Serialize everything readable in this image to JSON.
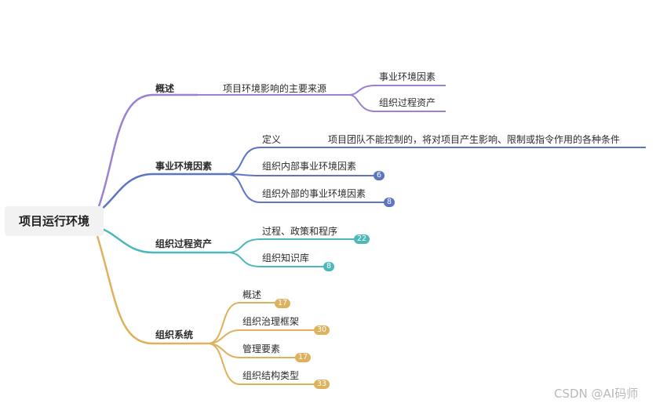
{
  "colors": {
    "purple": "#9d7fd3",
    "blue": "#5b74c4",
    "teal": "#4cb8b8",
    "gold": "#deb15c"
  },
  "root": {
    "label": "项目运行环境"
  },
  "branches": {
    "overview": {
      "label": "概述",
      "child": "项目环境影响的主要来源",
      "grandchildren": [
        "事业环境因素",
        "组织过程资产"
      ]
    },
    "eef": {
      "label": "事业环境因素",
      "children": [
        {
          "label": "定义",
          "note": "项目团队不能控制的，将对项目产生影响、限制或指令作用的各种条件"
        },
        {
          "label": "组织内部事业环境因素",
          "count": "6"
        },
        {
          "label": "组织外部的事业环境因素",
          "count": "8"
        }
      ]
    },
    "opa": {
      "label": "组织过程资产",
      "children": [
        {
          "label": "过程、政策和程序",
          "count": "22"
        },
        {
          "label": "组织知识库",
          "count": "8"
        }
      ]
    },
    "orgsys": {
      "label": "组织系统",
      "children": [
        {
          "label": "概述",
          "count": "17"
        },
        {
          "label": "组织治理框架",
          "count": "30"
        },
        {
          "label": "管理要素",
          "count": "17"
        },
        {
          "label": "组织结构类型",
          "count": "33"
        }
      ]
    }
  },
  "watermark": "CSDN @AI码师"
}
